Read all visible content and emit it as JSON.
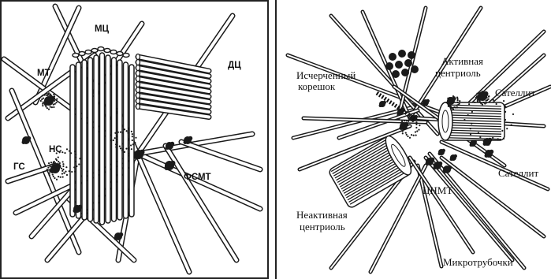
{
  "left_panel": {
    "labels": {
      "mc": "МЦ",
      "mt": "МТ",
      "dc": "ДЦ",
      "ns": "НС",
      "gs": "ГС",
      "fsmt": "ФСМТ"
    }
  },
  "right_panel": {
    "labels": {
      "striated_root_line1": "Исчерченный",
      "striated_root_line2": "корешок",
      "active_centriole_line1": "Активная",
      "active_centriole_line2": "центриоль",
      "satellite_top": "Сателлит",
      "satellite_right": "Сателлит",
      "cnmt": "ЦНМТ",
      "inactive_centriole_line1": "Неактивная",
      "inactive_centriole_line2": "центриоль",
      "microtubules": "Микротрубочки"
    }
  },
  "colors": {
    "ink": "#1a1a1a",
    "background": "#ffffff"
  }
}
